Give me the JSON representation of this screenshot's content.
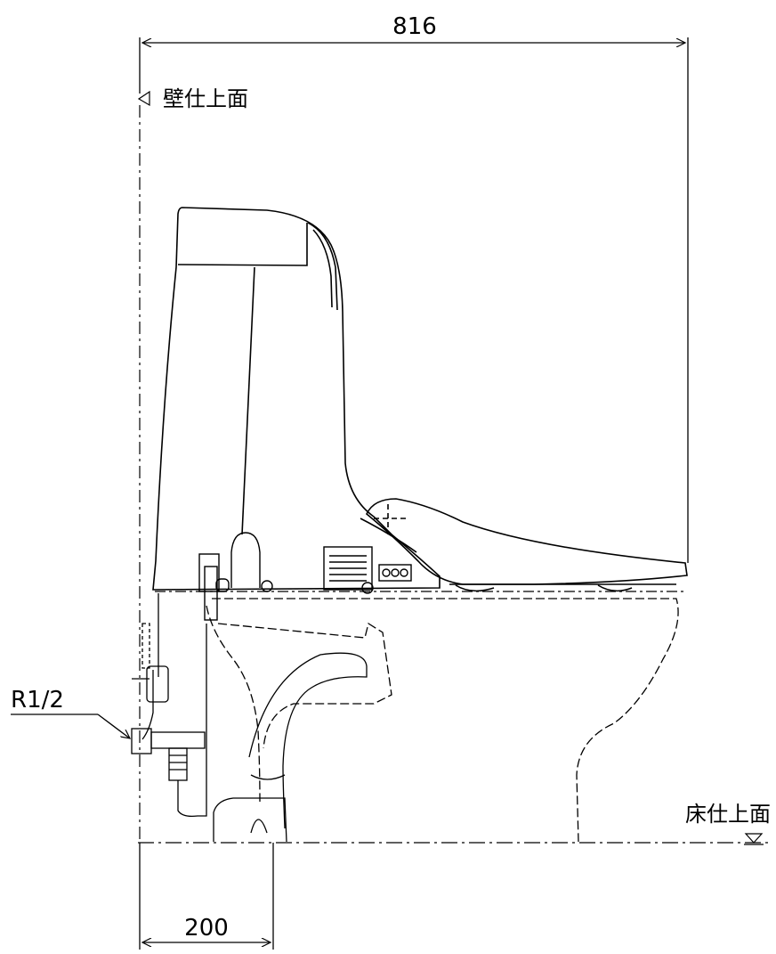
{
  "dimensions": {
    "overall_width": "816",
    "wall_to_drain": "200"
  },
  "labels": {
    "wall_finish": "壁仕上面",
    "floor_finish": "床仕上面",
    "pipe_size": "R1/2"
  }
}
